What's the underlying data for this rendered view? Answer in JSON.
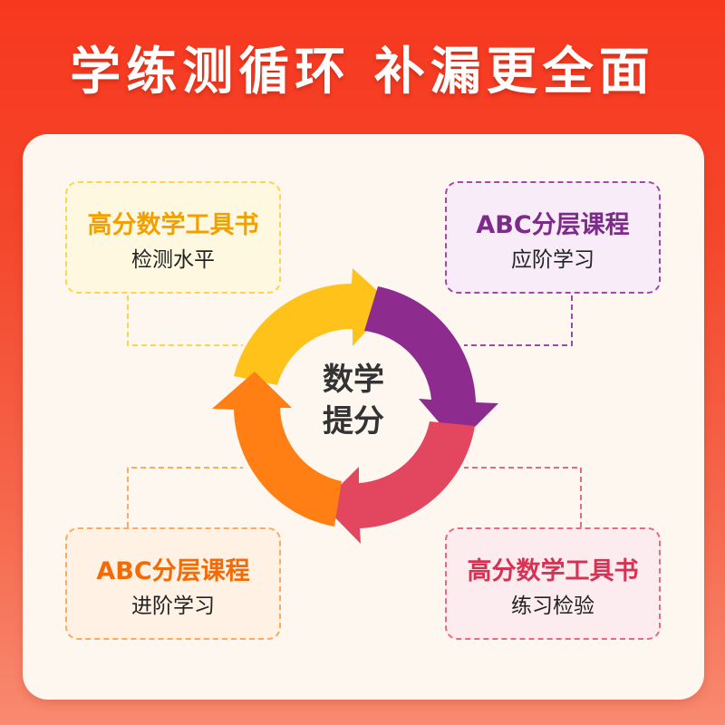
{
  "banner": {
    "title": "学练测循环 补漏更全面"
  },
  "center": {
    "line1": "数学",
    "line2": "提分"
  },
  "cards": [
    {
      "title": "高分数学工具书",
      "subtitle": "检测水平",
      "color": "#f2a000"
    },
    {
      "title": "ABC分层课程",
      "subtitle": "应阶学习",
      "color": "#7e2a8a"
    },
    {
      "title": "ABC分层课程",
      "subtitle": "进阶学习",
      "color": "#f36a06"
    },
    {
      "title": "高分数学工具书",
      "subtitle": "练习检验",
      "color": "#d53354"
    }
  ],
  "cycle_colors": [
    "#ffc21a",
    "#8e2b8e",
    "#e2475f",
    "#ff7f14"
  ]
}
